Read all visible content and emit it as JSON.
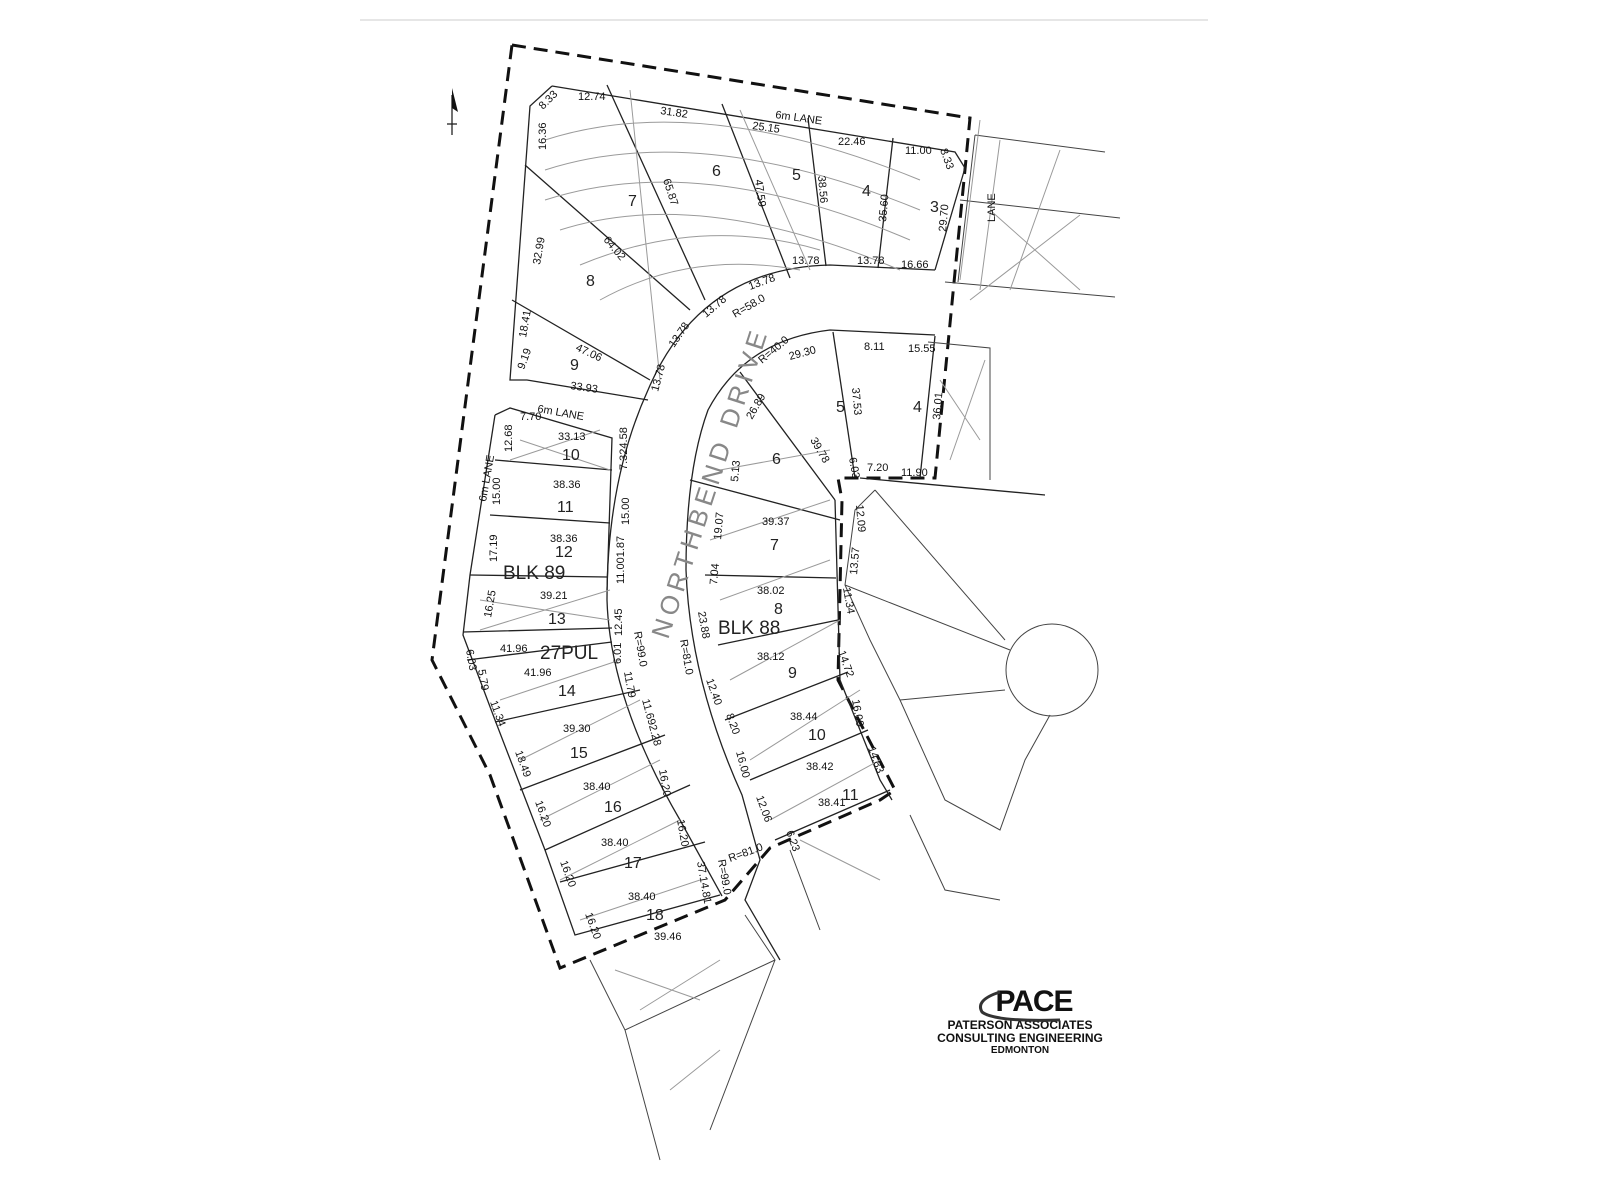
{
  "north_block": {
    "lane_label": "6m LANE",
    "side_lane_label": "LANE",
    "radius_label": "R=58.0",
    "lots": [
      "3",
      "4",
      "5",
      "6",
      "7",
      "8",
      "9"
    ],
    "dimensions": [
      "8.33",
      "12.74",
      "31.82",
      "25.15",
      "22.46",
      "11.00",
      "8.33",
      "16.36",
      "32.99",
      "18.41",
      "9.19",
      "65.87",
      "47.59",
      "38.56",
      "35.60",
      "29.70",
      "64.02",
      "47.06",
      "33.93",
      "13.78",
      "13.78",
      "16.66",
      "13.78",
      "13.78",
      "13.78",
      "13.78"
    ]
  },
  "east_block": {
    "radius_label": "R=40.0",
    "lots": [
      "5",
      "4"
    ],
    "dimensions": [
      "29.30",
      "8.11",
      "15.55",
      "37.53",
      "36.01",
      "7.20",
      "11.90"
    ]
  },
  "blk88": {
    "label": "BLK 88",
    "radius_labels": [
      "R=81.0",
      "R=81.0"
    ],
    "lots": [
      "6",
      "7",
      "8",
      "9",
      "10",
      "11"
    ],
    "dimensions": [
      "26.89",
      "39.78",
      "6.03",
      "5.13",
      "12.09",
      "39.37",
      "19.07",
      "13.57",
      "7.04",
      "38.02",
      "11.34",
      "23.88",
      "38.12",
      "14.72",
      "12.40",
      "8.20",
      "16.00",
      "38.44",
      "16.00",
      "14.83",
      "38.42",
      "12.06",
      "6.23",
      "38.41"
    ]
  },
  "blk89": {
    "label": "BLK 89",
    "lane_labels": [
      "6m LANE",
      "6m LANE"
    ],
    "pul_label": "27PUL",
    "radius_labels": [
      "R=99.0",
      "R=99.0"
    ],
    "lots": [
      "10",
      "11",
      "12",
      "13",
      "14",
      "15",
      "16",
      "17",
      "18"
    ],
    "dimensions": [
      "12.68",
      "7.70",
      "33.13",
      "7.324.58",
      "38.36",
      "15.00",
      "15.00",
      "17.19",
      "38.36",
      "11.001.87",
      "39.21",
      "16.25",
      "12.45",
      "41.96",
      "6.01",
      "6.03",
      "5.79",
      "41.96",
      "11.79",
      "11.34",
      "39.30",
      "11.692.28",
      "18.49",
      "38.40",
      "16.20",
      "16.20",
      "38.40",
      "16.20",
      "16.20",
      "38.40",
      "37.14.81",
      "16.20",
      "39.46"
    ]
  },
  "street": {
    "name": "NORTHBEND DRIVE"
  },
  "logo": {
    "mark": "PACE",
    "company_line1": "PATERSON ASSOCIATES",
    "company_line2": "CONSULTING ENGINEERING",
    "city": "EDMONTON"
  },
  "colors": {
    "linework": "#222222",
    "pencil": "#9a9a9a",
    "background": "#ffffff"
  }
}
